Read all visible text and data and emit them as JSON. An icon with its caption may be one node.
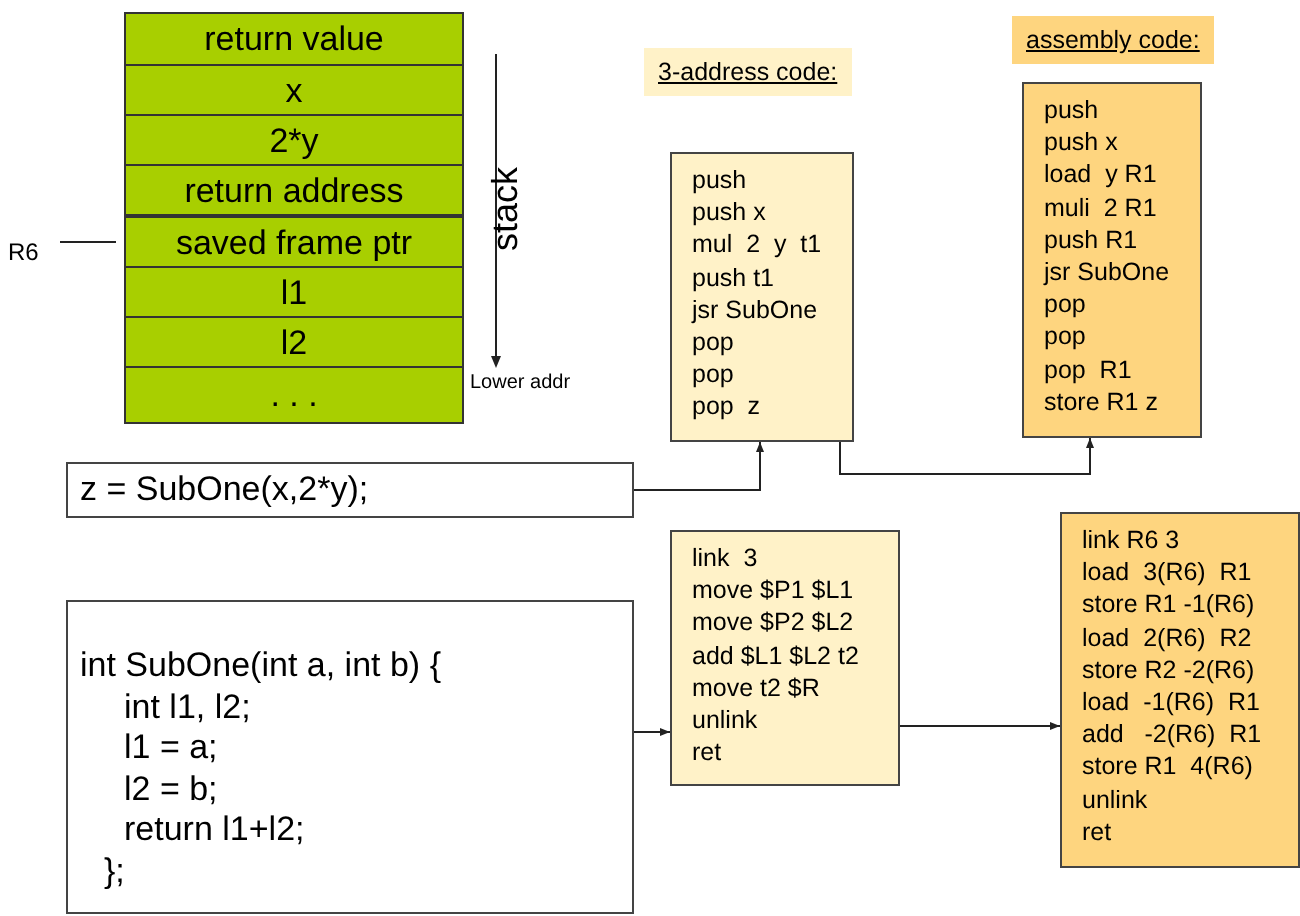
{
  "diagram": {
    "nodes": [
      {
        "text": [
          "return value"
        ]
      },
      {
        "text": [
          "x"
        ]
      },
      {
        "text": [
          "2*y"
        ]
      },
      {
        "text": [
          "return address"
        ]
      },
      {
        "text": [
          "saved frame ptr"
        ]
      },
      {
        "text": [
          "l1"
        ]
      },
      {
        "text": [
          "l2"
        ]
      },
      {
        "text": [
          ". . ."
        ]
      },
      {
        "text": [
          "R6"
        ]
      },
      {
        "text": [
          "push",
          "push x",
          "mul  2  y  t1",
          "push t1",
          "jsr SubOne",
          "pop",
          "pop",
          "pop  z"
        ]
      },
      {
        "text": [
          "push",
          "push x",
          "load  y R1",
          "muli  2 R1",
          "push R1",
          "jsr SubOne",
          "pop",
          "pop",
          "pop  R1",
          "store R1 z"
        ]
      },
      {
        "text": [
          "z = SubOne(x,2*y);"
        ]
      },
      {
        "text": [
          "link  3",
          "move $P1 $L1",
          "move $P2 $L2",
          "add $L1 $L2 t2",
          "move t2 $R",
          "unlink",
          "ret"
        ]
      },
      {
        "text": [
          "int SubOne(int a, int b) {",
          "int l1, l2;",
          "l1 = a;",
          "l2 = b;",
          "return l1+l2;",
          "};"
        ]
      },
      {
        "text": [
          "link R6 3",
          "load  3(R6)  R1",
          "store R1 -1(R6)",
          "load  2(R6)  R2",
          "store R2 -2(R6)",
          "load  -1(R6)  R1",
          "add   -2(R6)  R1",
          "store R1  4(R6)",
          "unlink",
          "ret"
        ]
      }
    ],
    "edges": [
      {
        "from": 8,
        "to": 4,
        "arrow": "none"
      },
      {
        "from": 11,
        "to": 9,
        "arrow": "to"
      },
      {
        "from": 9,
        "to": 10,
        "arrow": "to"
      },
      {
        "from": 13,
        "to": 12,
        "arrow": "to"
      },
      {
        "from": 12,
        "to": 14,
        "arrow": "to"
      }
    ],
    "labels": [
      "stack",
      "Lower addr",
      "3-address code:",
      "assembly code:"
    ]
  }
}
